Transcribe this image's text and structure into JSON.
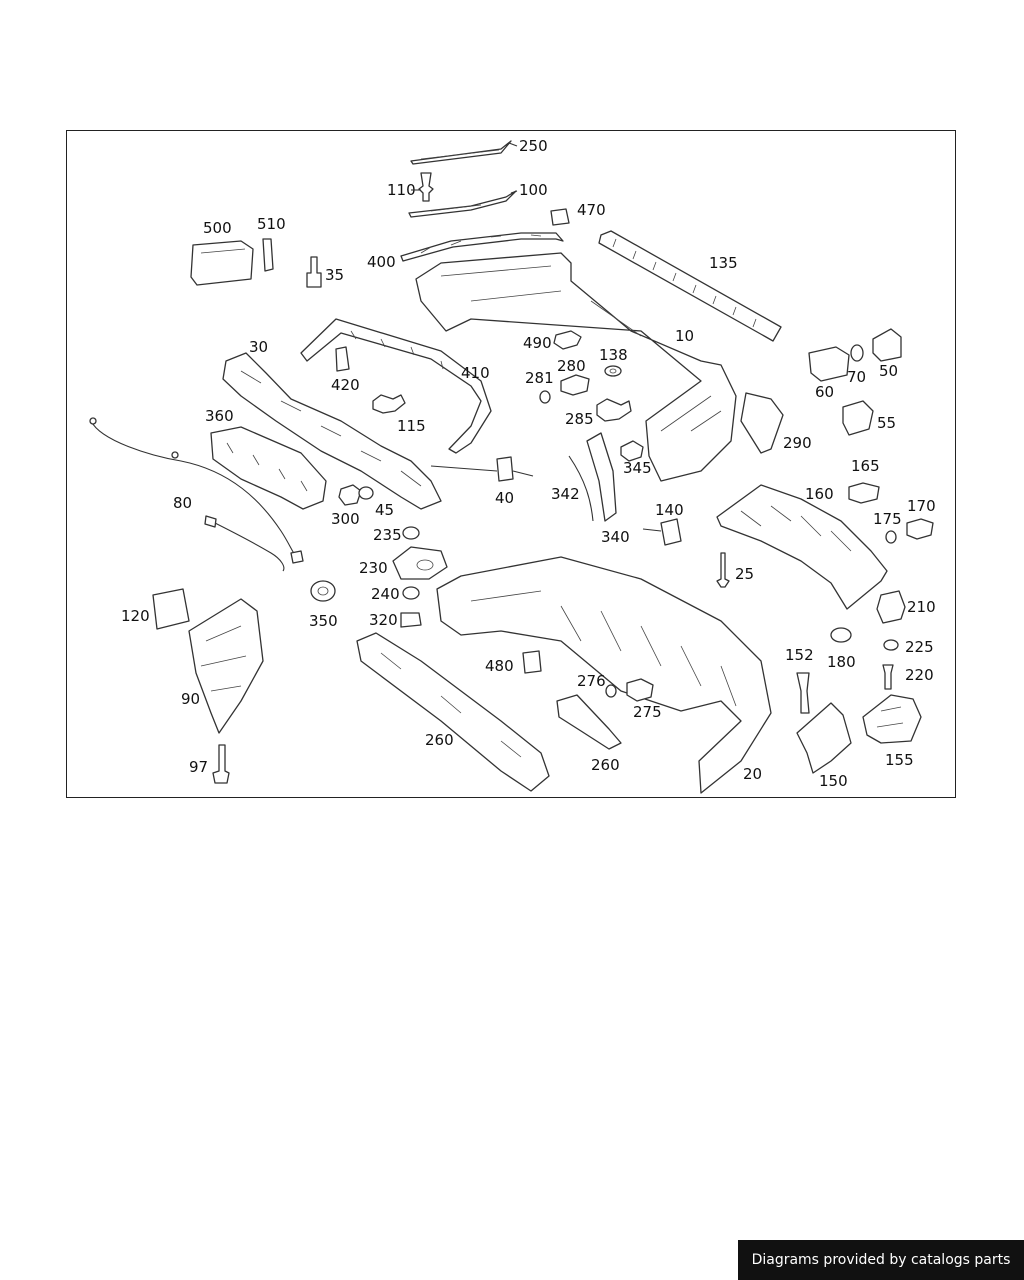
{
  "diagram": {
    "callouts": [
      "250",
      "110",
      "100",
      "470",
      "500",
      "510",
      "35",
      "400",
      "135",
      "10",
      "30",
      "420",
      "410",
      "490",
      "280",
      "138",
      "281",
      "115",
      "285",
      "60",
      "70",
      "50",
      "55",
      "290",
      "360",
      "345",
      "342",
      "165",
      "40",
      "300",
      "45",
      "160",
      "170",
      "175",
      "80",
      "340",
      "140",
      "235",
      "230",
      "25",
      "240",
      "210",
      "120",
      "350",
      "320",
      "180",
      "225",
      "152",
      "220",
      "480",
      "276",
      "275",
      "90",
      "260",
      "260",
      "97",
      "20",
      "150",
      "155"
    ]
  },
  "footer": {
    "credit": "Diagrams provided by catalogs parts"
  }
}
